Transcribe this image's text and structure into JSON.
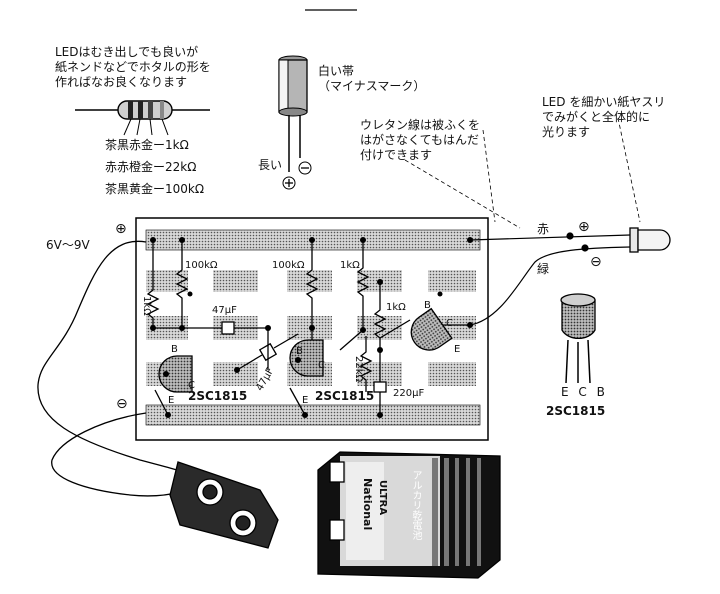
{
  "notes": {
    "led_housing": "LEDはむき出しでも良いが\n紙ネンドなどでホタルの形を\n作ればなお良くなります",
    "capacitor_band": "白い帯\n（マイナスマーク）",
    "long_lead": "長い",
    "urethane_wire": "ウレタン線は被ふくを\nはがさなくてもはんだ\n付けできます",
    "led_polish": "LED を細かい紙ヤスリ\nでみがくと全体的に\n光ります"
  },
  "resistor_codes": [
    "茶黒赤金ー1kΩ",
    "赤赤橙金ー22kΩ",
    "茶黒黄金ー100kΩ"
  ],
  "supply": {
    "voltage": "6V〜9V",
    "plus": "⊕",
    "minus": "⊖"
  },
  "led_wires": {
    "red": "赤",
    "green": "緑"
  },
  "components": {
    "r_100k_a": "100kΩ",
    "r_100k_b": "100kΩ",
    "r_1k_a": "1kΩ",
    "r_1k_b": "1kΩ",
    "r_1k_c": "1kΩ",
    "r_22k": "22kΩ",
    "c_47u_a": "47μF",
    "c_47u_b": "47μF",
    "c_220u": "220μF",
    "tr1": "2SC1815",
    "tr2": "2SC1815",
    "pin_b": "B",
    "pin_c": "C",
    "pin_e": "E"
  },
  "pinout": {
    "pins": "E C B",
    "part": "2SC1815"
  },
  "battery": {
    "brand": "National",
    "model": "ULTRA",
    "type": "アルカリ乾電池"
  }
}
